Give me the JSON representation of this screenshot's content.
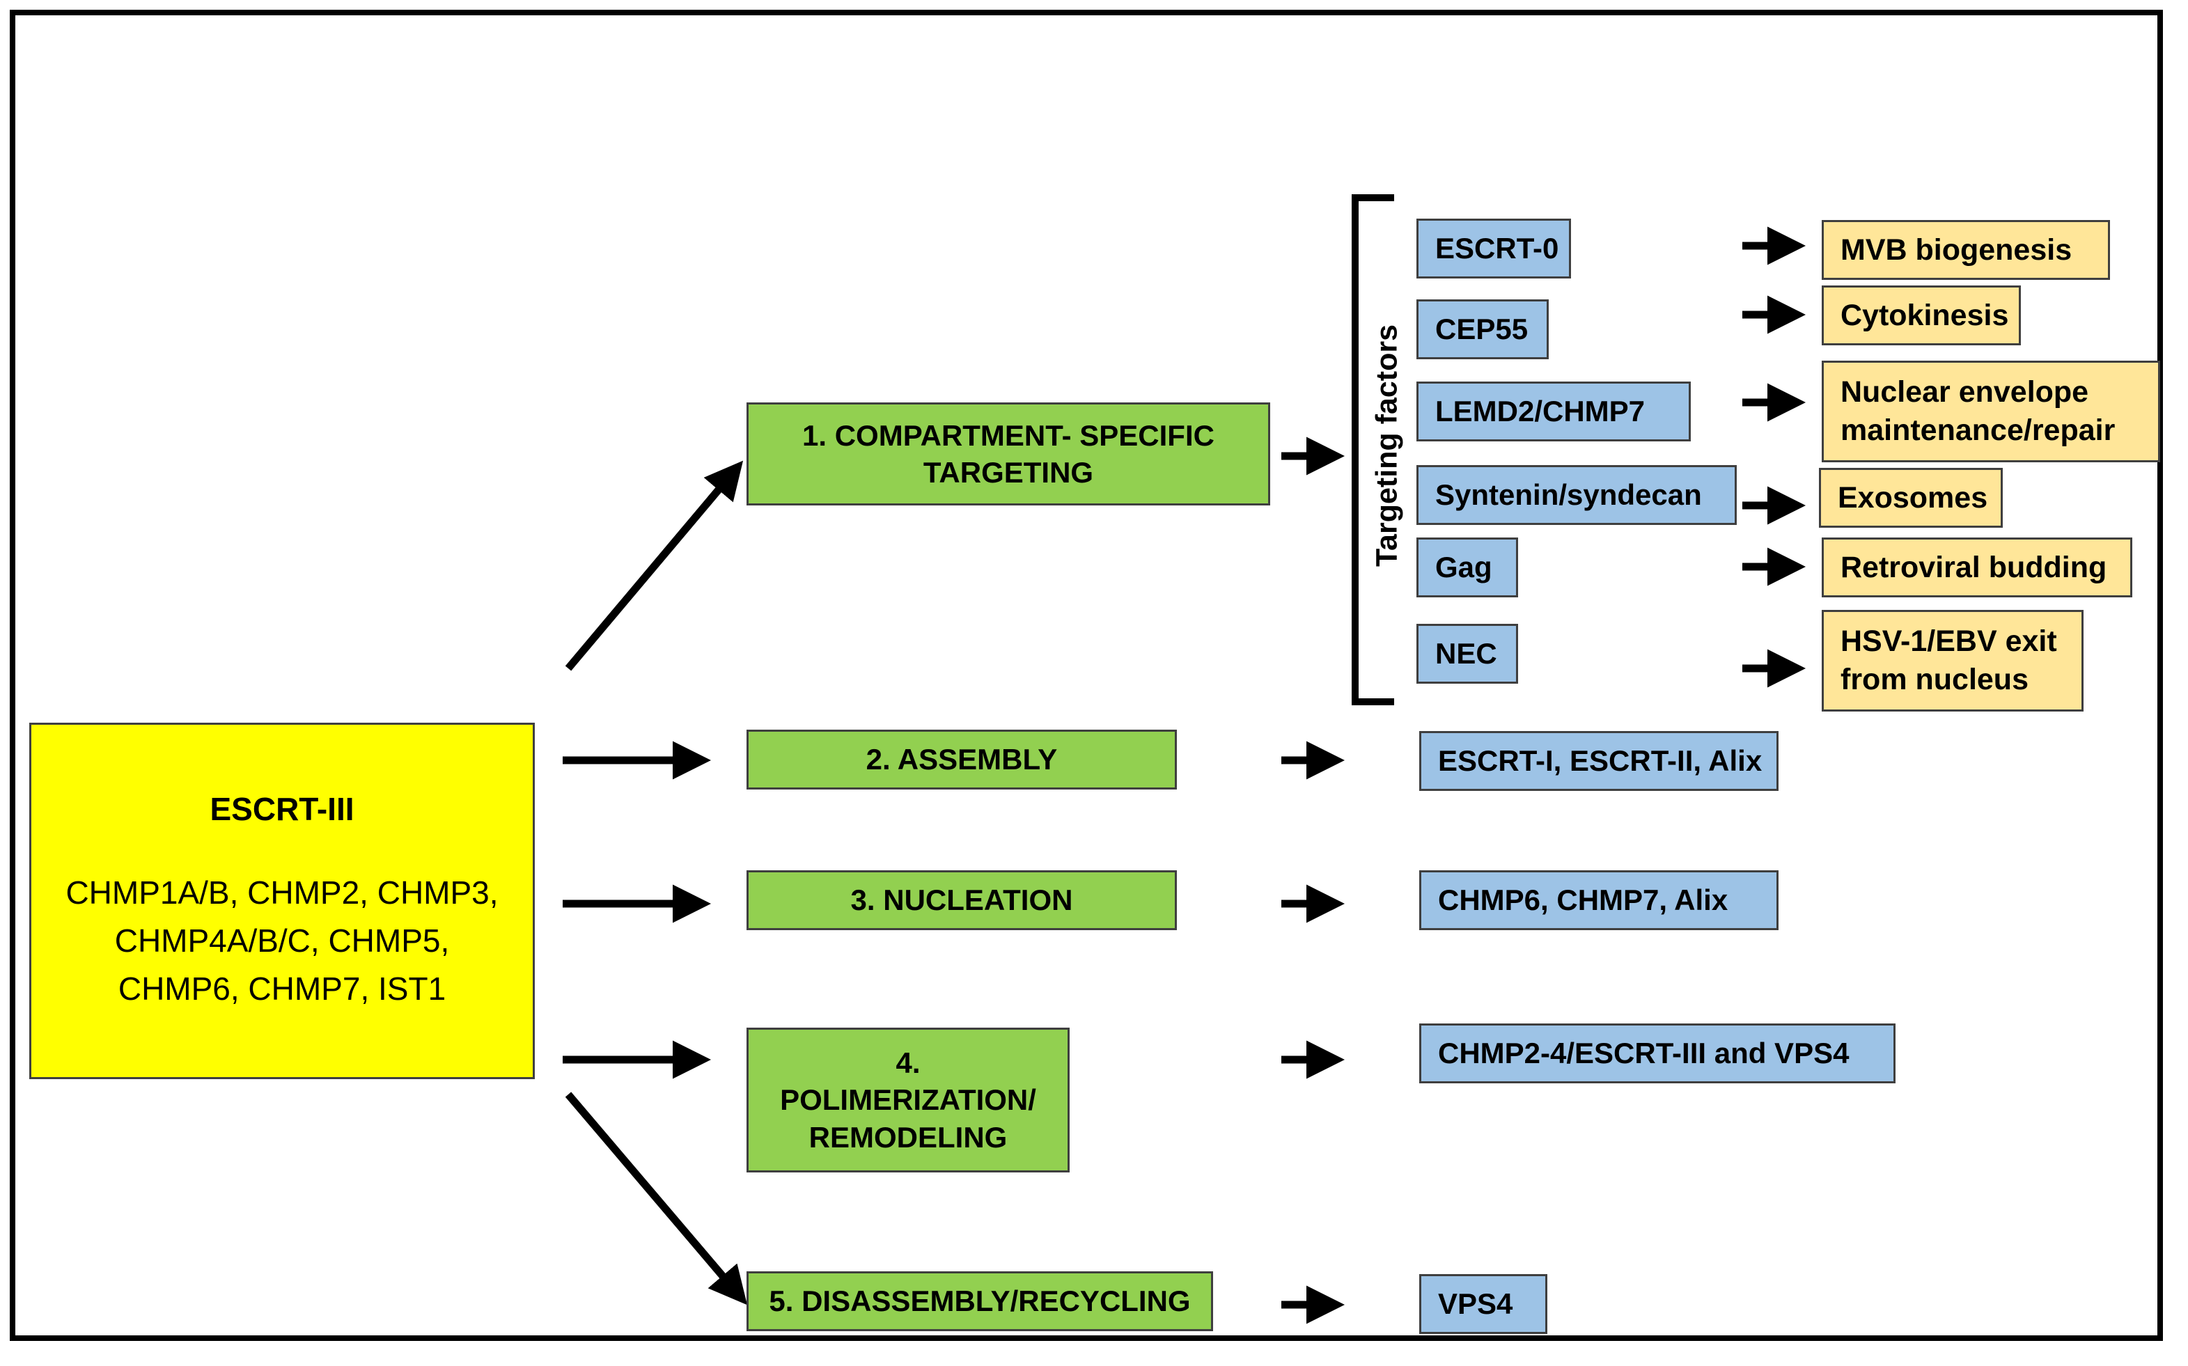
{
  "source": {
    "title": "ESCRT-III",
    "members": "CHMP1A/B, CHMP2, CHMP3,\nCHMP4A/B/C, CHMP5,\nCHMP6, CHMP7, IST1"
  },
  "steps": [
    {
      "label": "1. COMPARTMENT- SPECIFIC\nTARGETING"
    },
    {
      "label": "2. ASSEMBLY"
    },
    {
      "label": "3. NUCLEATION"
    },
    {
      "label": "4.\nPOLIMERIZATION/\nREMODELING"
    },
    {
      "label": "5. DISASSEMBLY/RECYCLING"
    }
  ],
  "step_factors": [
    "ESCRT-I, ESCRT-II, Alix",
    "CHMP6, CHMP7, Alix",
    "CHMP2-4/ESCRT-III and VPS4",
    "VPS4"
  ],
  "targeting_label": "Targeting factors",
  "targeting": [
    {
      "factor": "ESCRT-0",
      "outcome": "MVB biogenesis"
    },
    {
      "factor": "CEP55",
      "outcome": "Cytokinesis"
    },
    {
      "factor": "LEMD2/CHMP7",
      "outcome": "Nuclear envelope\nmaintenance/repair"
    },
    {
      "factor": "Syntenin/syndecan",
      "outcome": "Exosomes"
    },
    {
      "factor": "Gag",
      "outcome": "Retroviral budding"
    },
    {
      "factor": "NEC",
      "outcome": "HSV-1/EBV exit\nfrom nucleus"
    }
  ],
  "colors": {
    "source_fill": "#ffff00",
    "step_fill": "#92d050",
    "factor_fill": "#9dc3e6",
    "outcome_fill": "#ffe699"
  }
}
